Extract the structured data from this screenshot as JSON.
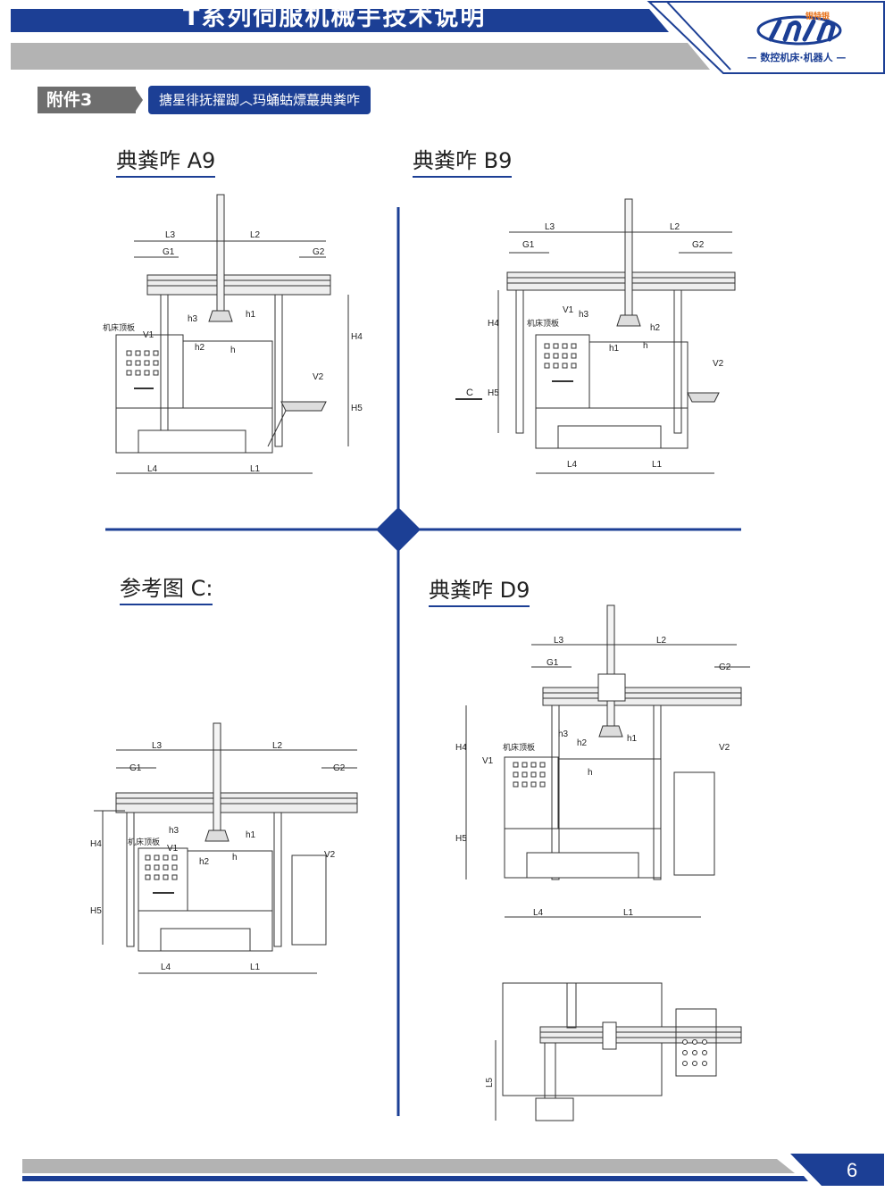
{
  "header": {
    "title": "T系列伺服机械手技术说明",
    "logo_text": "mm",
    "logo_mini": "银特银",
    "logo_sub": "— 数控机床·机器人 —"
  },
  "section": {
    "tag": "附件3",
    "subtitle": "搪星徘抚擢踋︿玛蛹蛄熛蕞典粪咋"
  },
  "figures": [
    {
      "title": "典粪咋 A9"
    },
    {
      "title": "典粪咋 B9"
    },
    {
      "title": "参考图 C:"
    },
    {
      "title": "典粪咋 D9"
    }
  ],
  "labels": {
    "L1": "L1",
    "L2": "L2",
    "L3": "L3",
    "L4": "L4",
    "L5": "L5",
    "G1": "G1",
    "G2": "G2",
    "H4": "H4",
    "H5": "H5",
    "V1": "V1",
    "V2": "V2",
    "h": "h",
    "h1": "h1",
    "h2": "h2",
    "h3": "h3",
    "C": "C",
    "machine_top": "机床顶板"
  },
  "footer": {
    "page": "6"
  },
  "colors": {
    "brand": "#1c3f95",
    "gray": "#b3b3b3",
    "dark_gray": "#6e6e6e"
  }
}
